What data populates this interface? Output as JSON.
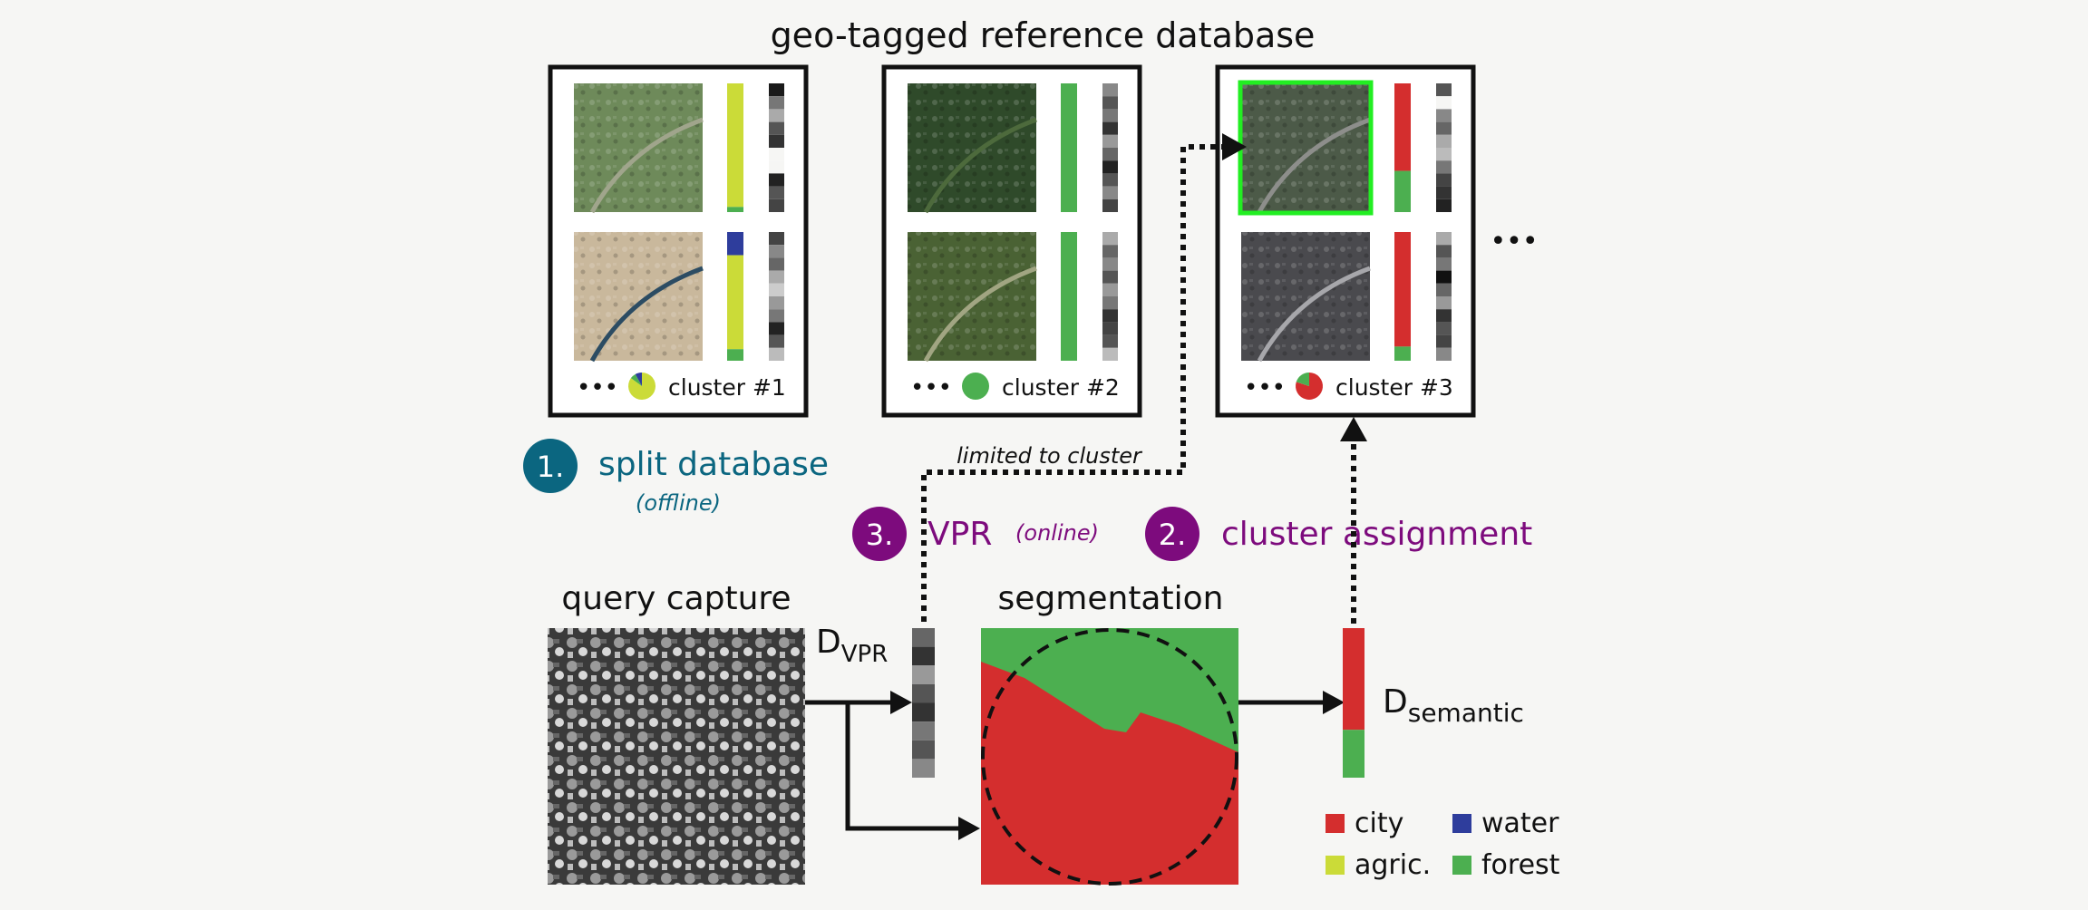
{
  "title": "geo-tagged reference database",
  "colors": {
    "city": "#d42e2e",
    "agric": "#cbdb38",
    "water": "#2e3d9c",
    "forest": "#4caf50",
    "step1": "#0b6680",
    "step23": "#7d0b7d",
    "highlight": "#22ee22"
  },
  "clusters": [
    {
      "label": "cluster #1",
      "pie": [
        {
          "class": "agric",
          "fraction": 0.85
        },
        {
          "class": "forest",
          "fraction": 0.07
        },
        {
          "class": "water",
          "fraction": 0.08
        }
      ],
      "images": [
        {
          "name": "agricultural-field-tile",
          "base": "#6e8a5a",
          "detail": "#a0a58c",
          "highlight": false,
          "semantic": [
            {
              "class": "agric",
              "fraction": 0.96
            },
            {
              "class": "forest",
              "fraction": 0.04
            }
          ],
          "descriptor": [
            "#1a1a1a",
            "#777777",
            "#aaaaaa",
            "#555555",
            "#333333",
            "#f6f6f4",
            "#f6f6f4",
            "#222222",
            "#555555",
            "#444444"
          ]
        },
        {
          "name": "plowed-field-tile",
          "base": "#c9b89c",
          "detail": "#2c4c63",
          "highlight": false,
          "semantic": [
            {
              "class": "water",
              "fraction": 0.18
            },
            {
              "class": "agric",
              "fraction": 0.73
            },
            {
              "class": "forest",
              "fraction": 0.09
            }
          ],
          "descriptor": [
            "#444444",
            "#888888",
            "#666666",
            "#aaaaaa",
            "#cccccc",
            "#999999",
            "#777777",
            "#222222",
            "#555555",
            "#bbbbbb"
          ]
        }
      ]
    },
    {
      "label": "cluster #2",
      "pie": [
        {
          "class": "forest",
          "fraction": 1.0
        }
      ],
      "images": [
        {
          "name": "dense-forest-tile",
          "base": "#2f4a2a",
          "detail": "#4d6a3c",
          "highlight": false,
          "semantic": [
            {
              "class": "forest",
              "fraction": 1.0
            }
          ],
          "descriptor": [
            "#888888",
            "#555555",
            "#777777",
            "#333333",
            "#999999",
            "#666666",
            "#222222",
            "#555555",
            "#888888",
            "#444444"
          ]
        },
        {
          "name": "forest-clearing-tile",
          "base": "#4a6234",
          "detail": "#a1a582",
          "highlight": false,
          "semantic": [
            {
              "class": "forest",
              "fraction": 1.0
            }
          ],
          "descriptor": [
            "#aaaaaa",
            "#666666",
            "#888888",
            "#555555",
            "#999999",
            "#777777",
            "#333333",
            "#444444",
            "#555555",
            "#bbbbbb"
          ]
        }
      ]
    },
    {
      "label": "cluster #3",
      "pie": [
        {
          "class": "city",
          "fraction": 0.8
        },
        {
          "class": "forest",
          "fraction": 0.2
        }
      ],
      "images": [
        {
          "name": "suburb-tile",
          "base": "#4c5a48",
          "detail": "#8d8e8b",
          "highlight": true,
          "semantic": [
            {
              "class": "city",
              "fraction": 0.68
            },
            {
              "class": "forest",
              "fraction": 0.32
            }
          ],
          "descriptor": [
            "#555555",
            "#f6f6f4",
            "#888888",
            "#666666",
            "#aaaaaa",
            "#bbbbbb",
            "#777777",
            "#444444",
            "#333333",
            "#222222"
          ]
        },
        {
          "name": "urban-tile",
          "base": "#4a4a4e",
          "detail": "#a7a7ab",
          "highlight": false,
          "semantic": [
            {
              "class": "city",
              "fraction": 0.89
            },
            {
              "class": "forest",
              "fraction": 0.11
            }
          ],
          "descriptor": [
            "#aaaaaa",
            "#555555",
            "#777777",
            "#111111",
            "#666666",
            "#999999",
            "#333333",
            "#555555",
            "#444444",
            "#888888"
          ]
        }
      ]
    }
  ],
  "more_ellipsis": "•••",
  "cluster_ellipsis": "•••",
  "step1": {
    "num": "1.",
    "label": "split database",
    "sub": "(offline)"
  },
  "step2": {
    "num": "2.",
    "label": "cluster assignment"
  },
  "step3": {
    "num": "3.",
    "label": "VPR",
    "sub": "(online)"
  },
  "limited_label": "limited to cluster",
  "query_title": "query capture",
  "segmentation_title": "segmentation",
  "dvpr": {
    "main": "D",
    "sub": "VPR",
    "descriptor": [
      "#666666",
      "#333333",
      "#999999",
      "#555555",
      "#333333",
      "#777777",
      "#555555",
      "#888888"
    ]
  },
  "dsem": {
    "main": "D",
    "sub": "semantic",
    "semantic": [
      {
        "class": "city",
        "fraction": 0.68
      },
      {
        "class": "forest",
        "fraction": 0.32
      }
    ]
  },
  "legend": [
    {
      "class": "city",
      "label": "city"
    },
    {
      "class": "water",
      "label": "water"
    },
    {
      "class": "agric",
      "label": "agric."
    },
    {
      "class": "forest",
      "label": "forest"
    }
  ]
}
